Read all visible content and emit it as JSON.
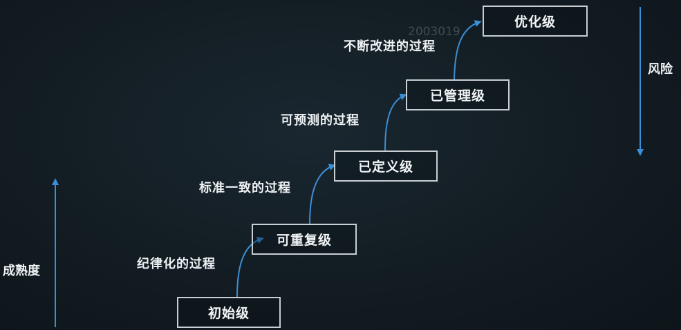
{
  "levels": [
    {
      "label": "初始级"
    },
    {
      "label": "可重复级"
    },
    {
      "label": "已定义级"
    },
    {
      "label": "已管理级"
    },
    {
      "label": "优化级"
    }
  ],
  "processes": [
    {
      "label": "纪律化的过程"
    },
    {
      "label": "标准一致的过程"
    },
    {
      "label": "可预测的过程"
    },
    {
      "label": "不断改进的过程"
    }
  ],
  "axes": {
    "maturity": {
      "label": "成熟度",
      "direction": "up"
    },
    "risk": {
      "label": "风险",
      "direction": "down"
    }
  },
  "watermark": "2003019",
  "colors": {
    "background": "#10191f",
    "connector": "#3b8fd6",
    "axis_arrow": "#3b8fd6",
    "box_border": "#c9cfd3",
    "text": "#eef2f4"
  }
}
